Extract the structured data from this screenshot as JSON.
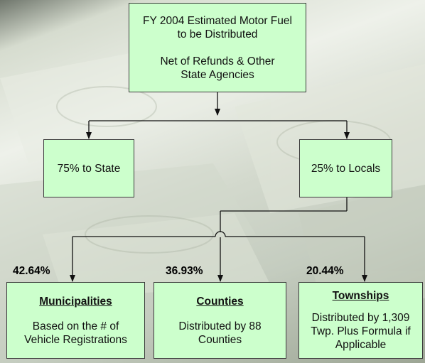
{
  "top": {
    "line1": "FY 2004 Estimated Motor Fuel",
    "line2": "to be Distributed",
    "line3": "Net of Refunds & Other",
    "line4": "State Agencies"
  },
  "state": {
    "label": "75% to State"
  },
  "locals": {
    "label": "25% to Locals"
  },
  "municipalities": {
    "pct": "42.64%",
    "title": "Municipalities",
    "line1": "Based on the # of",
    "line2": "Vehicle Registrations"
  },
  "counties": {
    "pct": "36.93%",
    "title": "Counties",
    "line1": "Distributed by 88",
    "line2": "Counties"
  },
  "townships": {
    "pct": "20.44%",
    "title": "Townships",
    "line1": "Distributed by 1,309",
    "line2": "Twp. Plus Formula if",
    "line3": "Applicable"
  },
  "colors": {
    "box_fill": "#ccffcc",
    "box_border": "#3b3b3b",
    "line": "#111111"
  }
}
